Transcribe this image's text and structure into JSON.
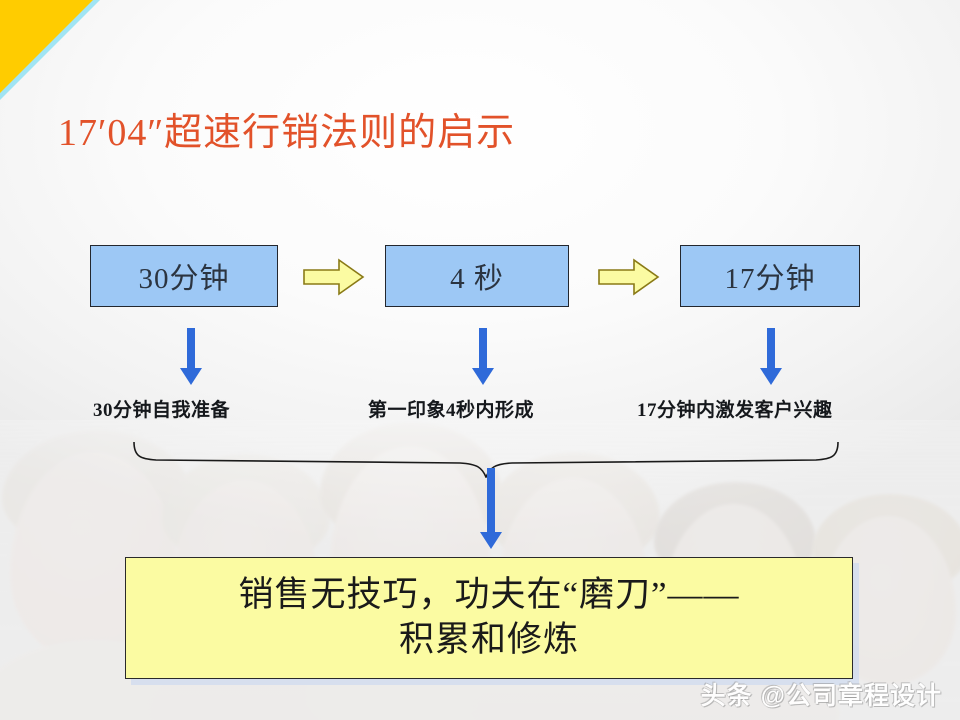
{
  "slide": {
    "title": "17′04″超速行销法则的启示",
    "title_color": "#e2522a"
  },
  "decoration": {
    "corner_cyan_color": "#8fdff2",
    "corner_yellow_color": "#ffcc00"
  },
  "flow": {
    "boxes": [
      {
        "label": "30分钟",
        "fill": "#9dc8f5"
      },
      {
        "label": "4 秒",
        "fill": "#9dc8f5"
      },
      {
        "label": "17分钟",
        "fill": "#9dc8f5"
      }
    ],
    "connector_arrow_color": "#fbfba2",
    "down_arrow_color": "#2f6ad9",
    "captions": [
      "30分钟自我准备",
      "第一印象4秒内形成",
      "17分钟内激发客户兴趣"
    ]
  },
  "conclusion": {
    "line1": "销售无技巧，功夫在“磨刀”——",
    "line2": "积累和修炼",
    "fill": "#fbfba2"
  },
  "watermark": {
    "text": "头条 @公司章程设计"
  }
}
